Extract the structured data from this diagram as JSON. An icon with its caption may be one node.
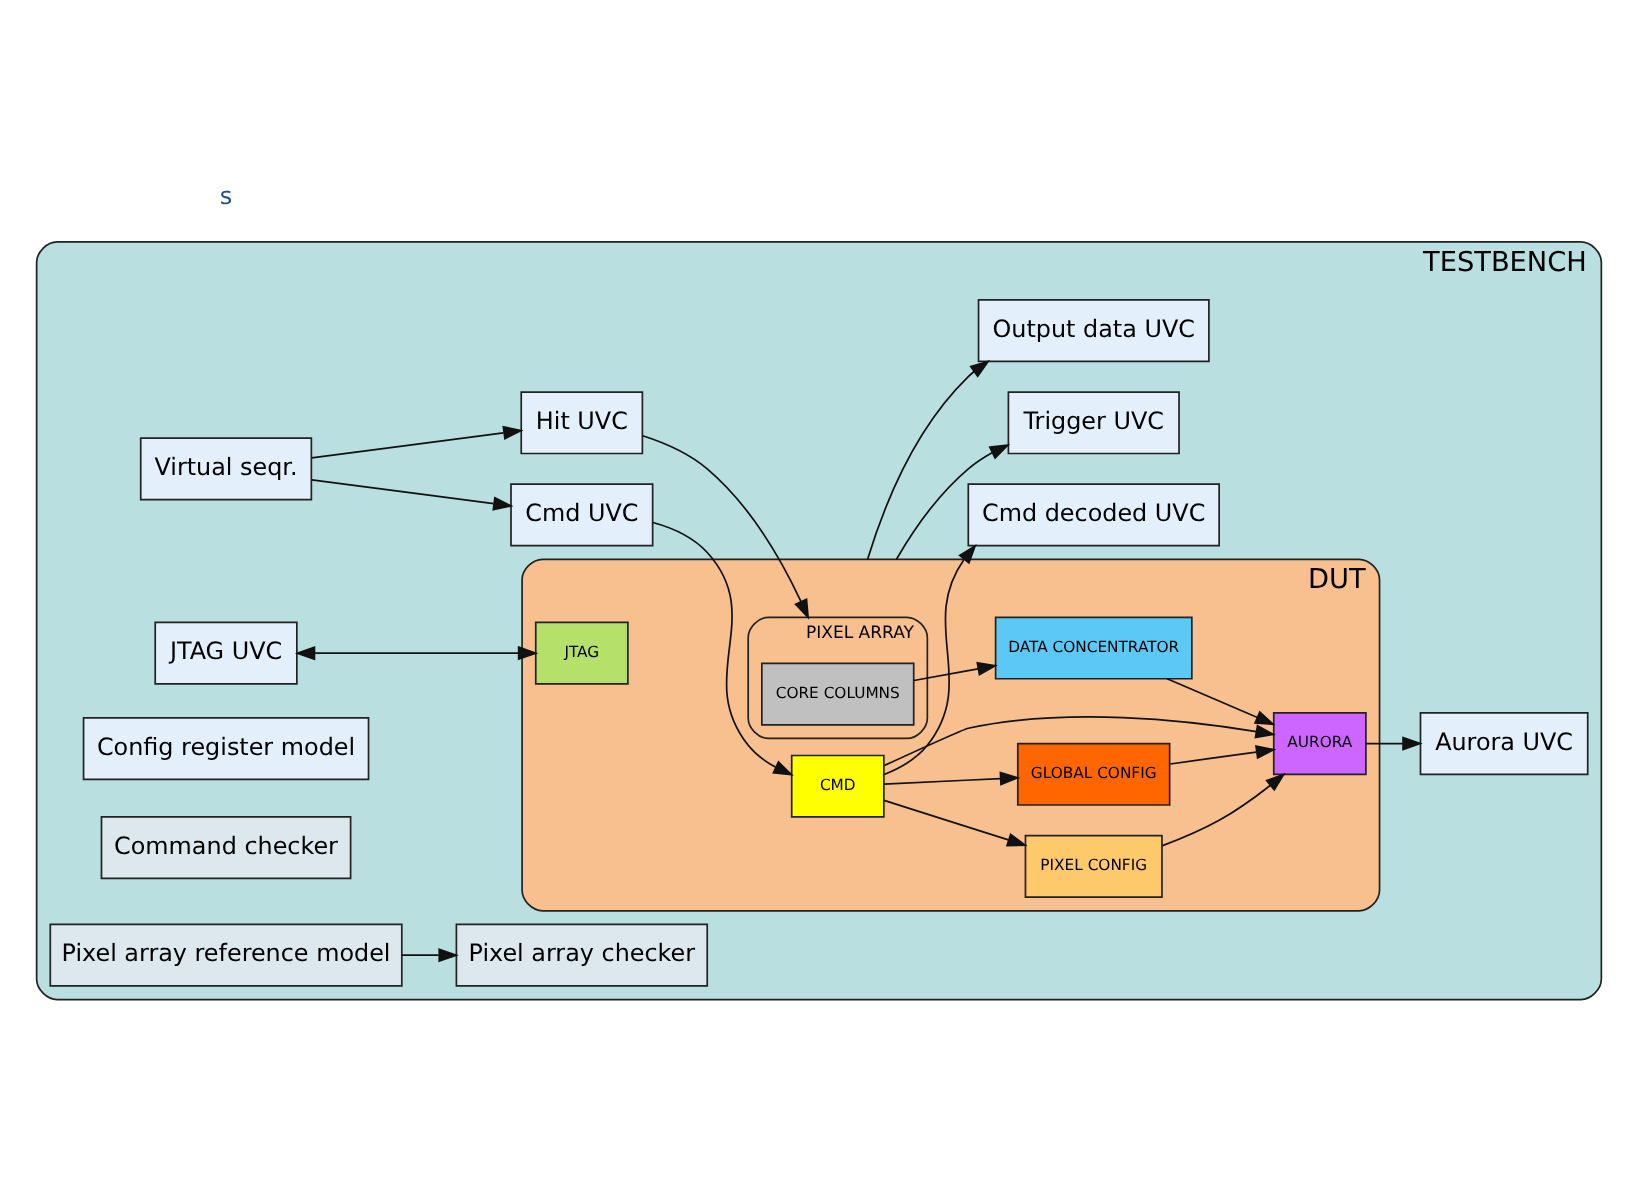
{
  "diagram": {
    "nodes": [
      {
        "text": [
          "TESTBENCH"
        ]
      },
      {
        "text": [
          "DUT"
        ],
        "in": 0
      },
      {
        "text": [
          "PIXEL ARRAY"
        ],
        "in": 1
      },
      {
        "text": [
          "CORE COLUMNS"
        ],
        "in": 2
      },
      {
        "text": [
          "PIXEL CONFIG"
        ],
        "in": 1
      },
      {
        "text": [
          "DATA CONCENTRATOR"
        ],
        "in": 1
      },
      {
        "text": [
          "JTAG"
        ],
        "in": 1
      },
      {
        "text": [
          "GLOBAL CONFIG"
        ],
        "in": 1
      },
      {
        "text": [
          "CMD"
        ],
        "in": 1
      },
      {
        "text": [
          "AURORA"
        ],
        "in": 1
      },
      {
        "text": [
          "Virtual seqr."
        ],
        "in": 0
      },
      {
        "text": [
          "Hit UVC"
        ],
        "in": 0
      },
      {
        "text": [
          "JTAG UVC"
        ],
        "in": 0
      },
      {
        "text": [
          "Cmd UVC"
        ],
        "in": 0
      },
      {
        "text": [
          "Output data UVC"
        ],
        "in": 0
      },
      {
        "text": [
          "Aurora UVC"
        ],
        "in": 0
      },
      {
        "text": [
          "Cmd decoded UVC"
        ],
        "in": 0
      },
      {
        "text": [
          "Trigger UVC"
        ],
        "in": 0
      },
      {
        "text": [
          "Config register model"
        ],
        "in": 0
      },
      {
        "text": [
          "Command checker"
        ],
        "in": 0
      },
      {
        "text": [
          "Pixel array reference model"
        ],
        "in": 0
      },
      {
        "text": [
          "Pixel array checker"
        ],
        "in": 0
      }
    ],
    "edges": [
      {
        "from": 10,
        "to": 11,
        "arrow": "to"
      },
      {
        "from": 10,
        "to": 13,
        "arrow": "to"
      },
      {
        "from": 11,
        "to": 2,
        "arrow": "to"
      },
      {
        "from": 12,
        "to": 6,
        "arrow": "both"
      },
      {
        "from": 13,
        "to": 8,
        "arrow": "to"
      },
      {
        "from": 1,
        "to": 14,
        "arrow": "to"
      },
      {
        "from": 9,
        "to": 15,
        "arrow": "to"
      },
      {
        "from": 8,
        "to": 16,
        "arrow": "to"
      },
      {
        "from": 1,
        "to": 17,
        "arrow": "to"
      },
      {
        "from": 3,
        "to": 5,
        "arrow": "to"
      },
      {
        "from": 5,
        "to": 9,
        "arrow": "to"
      },
      {
        "from": 8,
        "to": 9,
        "arrow": "to"
      },
      {
        "from": 8,
        "to": 4,
        "arrow": "to"
      },
      {
        "from": 4,
        "to": 9,
        "arrow": "to"
      },
      {
        "from": 8,
        "to": 7,
        "arrow": "to"
      },
      {
        "from": 7,
        "to": 9,
        "arrow": "to"
      },
      {
        "from": 20,
        "to": 21,
        "arrow": "to"
      }
    ],
    "labels": [
      "s"
    ]
  }
}
